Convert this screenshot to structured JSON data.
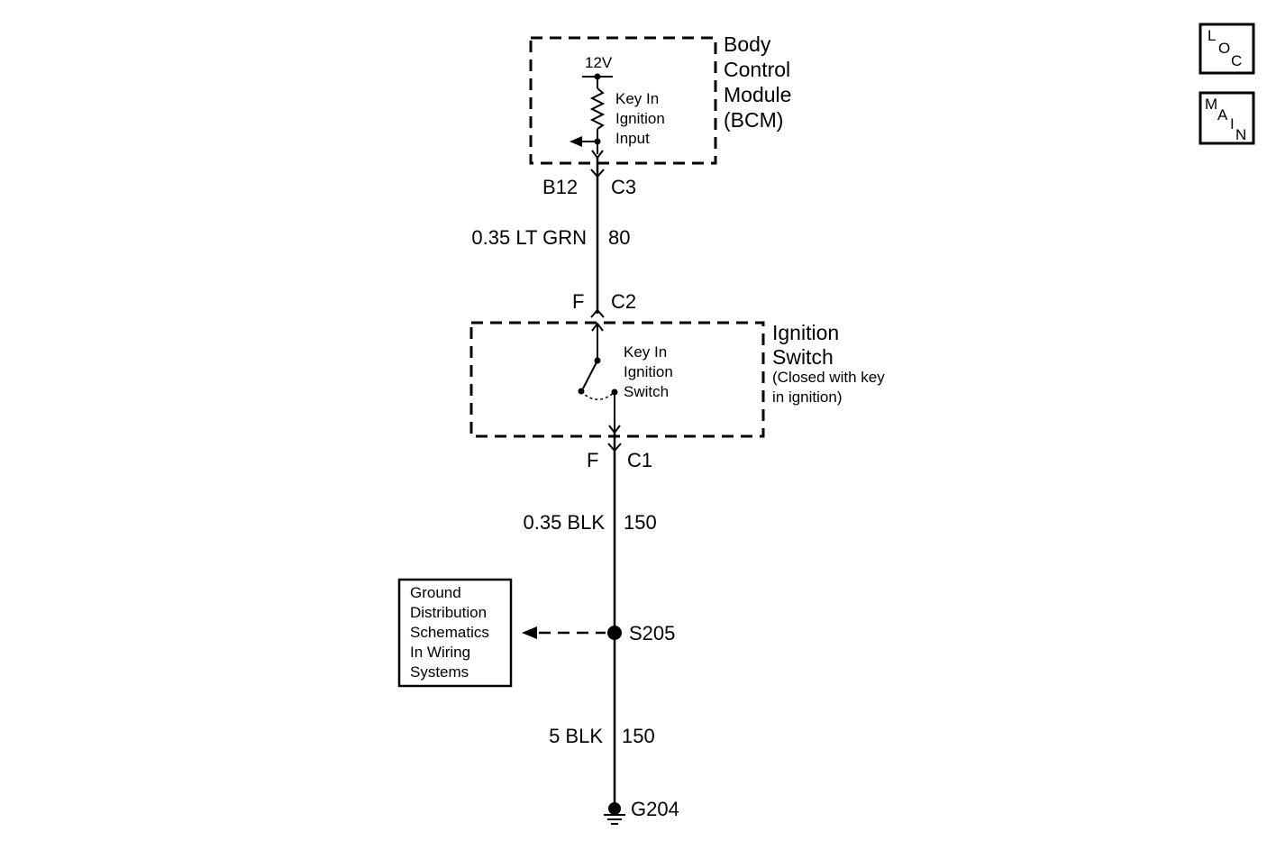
{
  "modules": {
    "bcm": {
      "name_lines": [
        "Body",
        "Control",
        "Module",
        "(BCM)"
      ],
      "supply": "12V",
      "input_lines": [
        "Key In",
        "Ignition",
        "Input"
      ]
    },
    "ignition_switch": {
      "name_lines": [
        "Ignition",
        "Switch"
      ],
      "note_lines": [
        "(Closed with key",
        "in ignition)"
      ],
      "switch_lines": [
        "Key In",
        "Ignition",
        "Switch"
      ]
    }
  },
  "connectors": {
    "bcm_pin": "B12",
    "bcm_conn": "C3",
    "sw_top_pin": "F",
    "sw_top_conn": "C2",
    "sw_bot_pin": "F",
    "sw_bot_conn": "C1"
  },
  "wires": {
    "w1": {
      "spec": "0.35 LT GRN",
      "circuit": "80"
    },
    "w2": {
      "spec": "0.35 BLK",
      "circuit": "150"
    },
    "w3": {
      "spec": "5 BLK",
      "circuit": "150"
    }
  },
  "splice": {
    "id": "S205"
  },
  "ground": {
    "id": "G204"
  },
  "reference_box": {
    "lines": [
      "Ground",
      "Distribution",
      "Schematics",
      "In Wiring",
      "Systems"
    ]
  },
  "nav": {
    "loc": {
      "chars": [
        "L",
        "O",
        "C"
      ]
    },
    "main": {
      "chars": [
        "M",
        "A",
        "I",
        "N"
      ]
    }
  }
}
